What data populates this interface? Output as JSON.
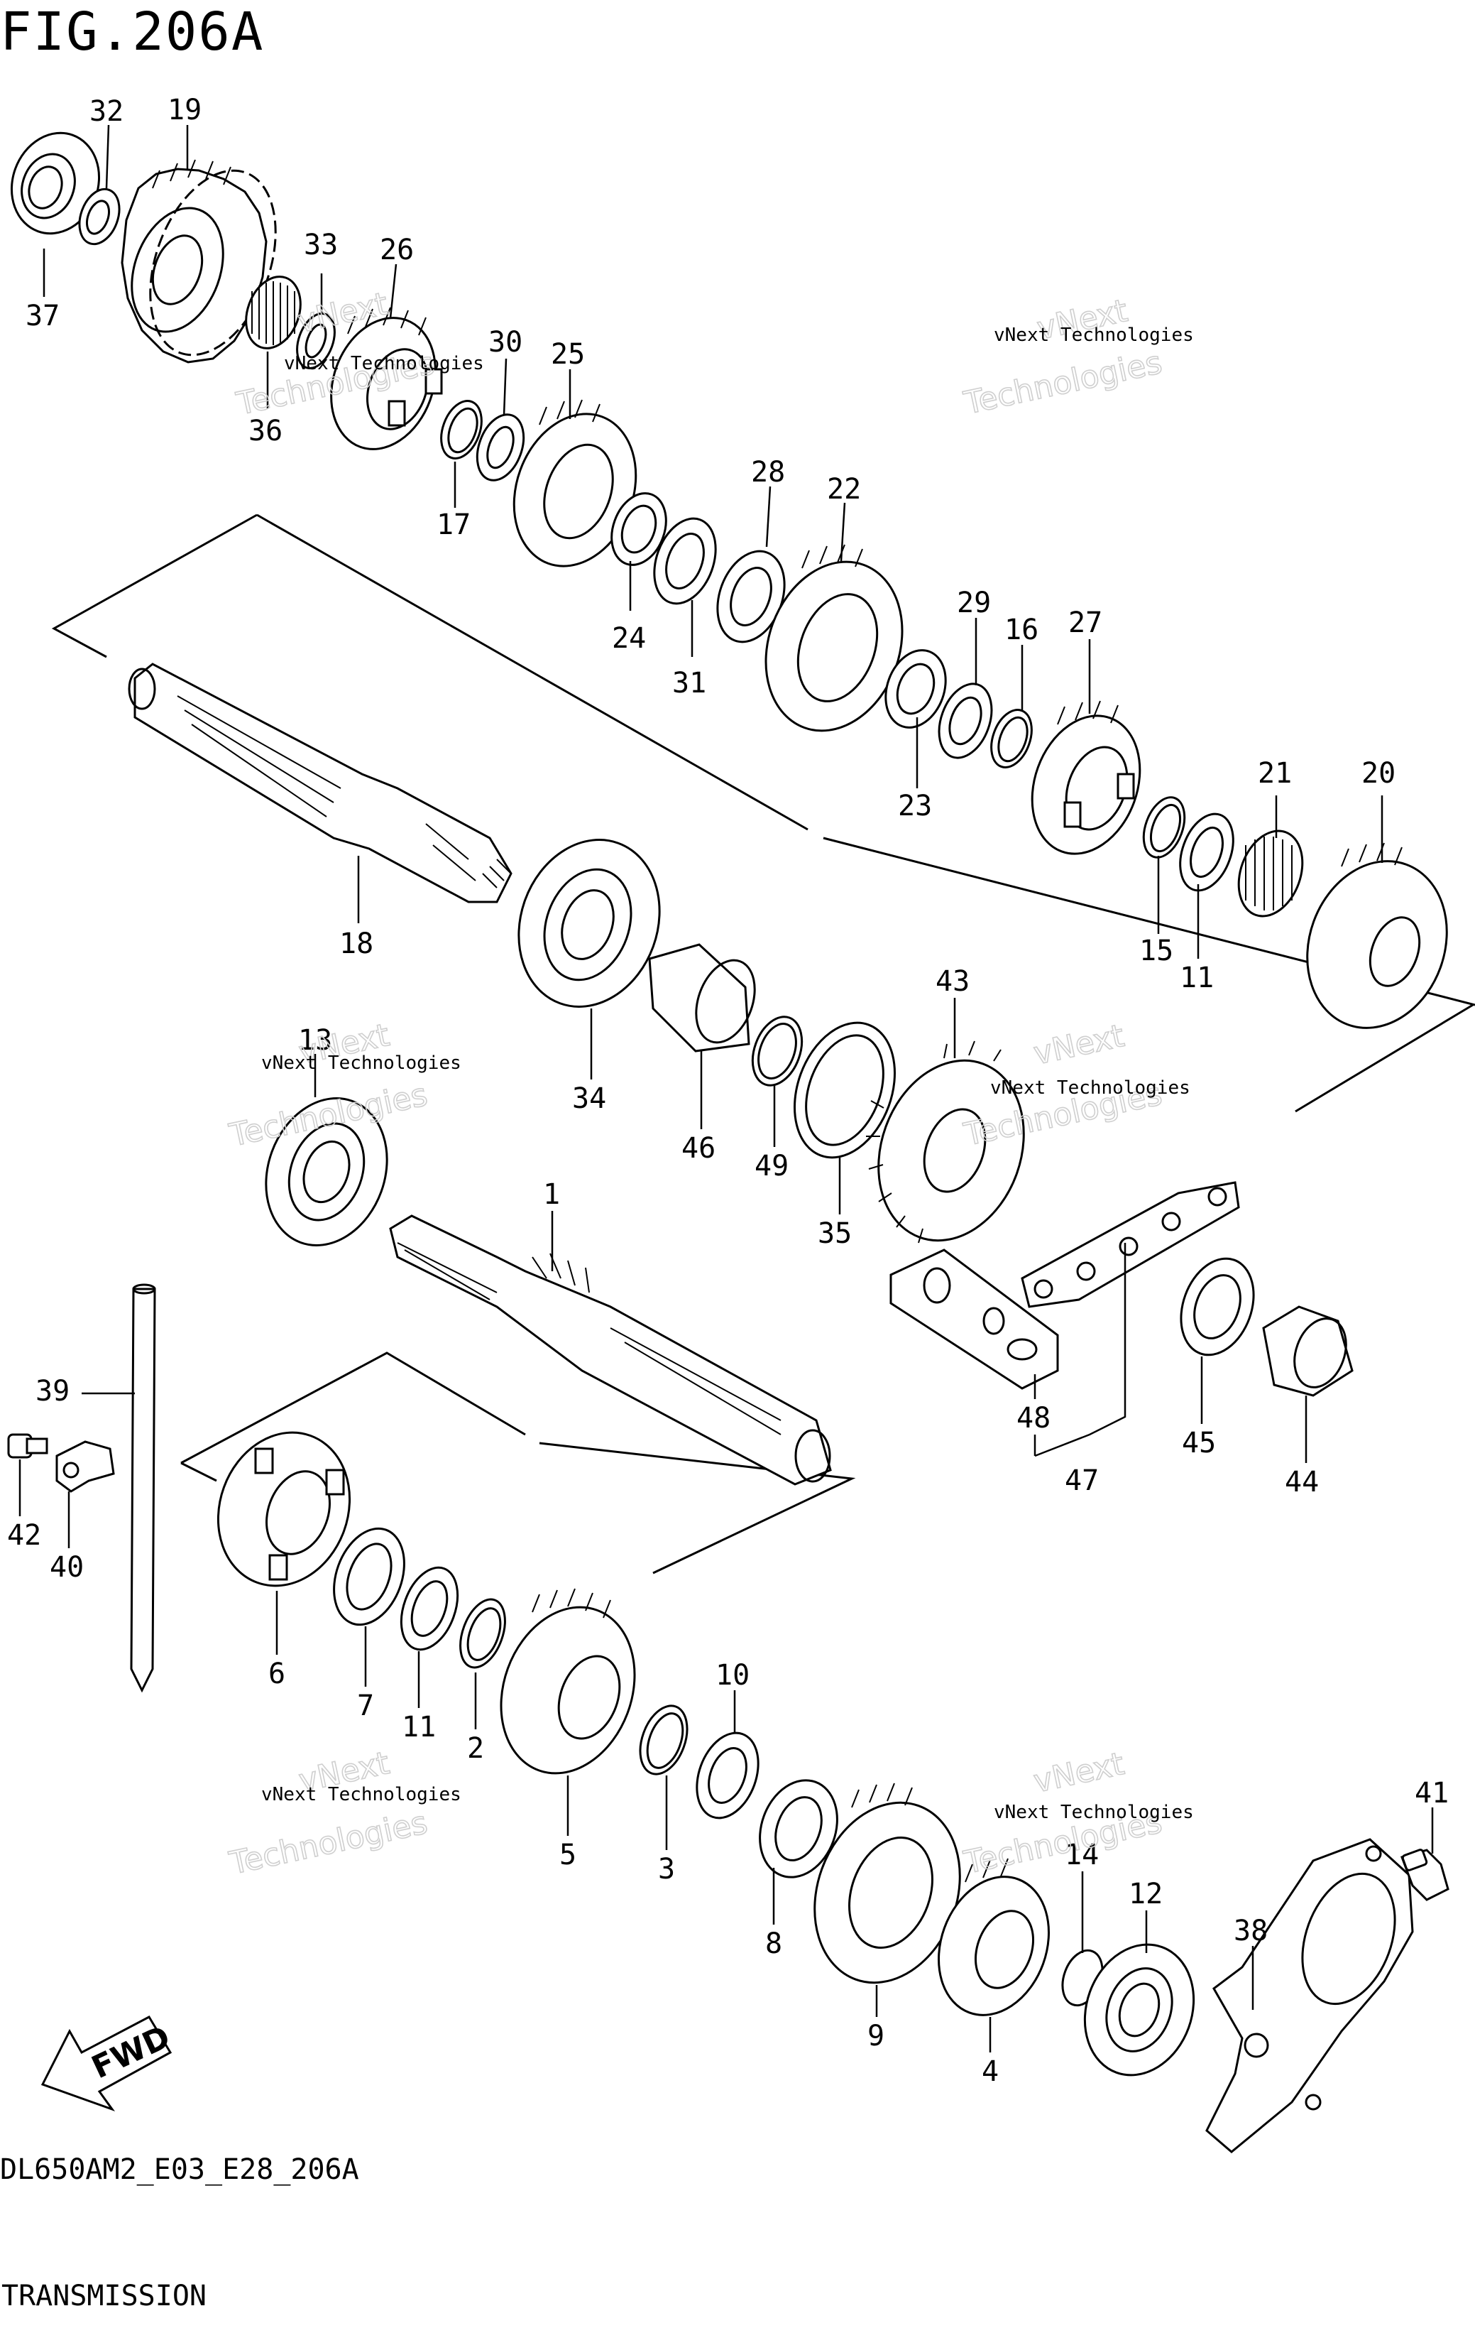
{
  "figure": {
    "title": "FIG.206A",
    "code": "DL650AM2_E03_E28_206A",
    "name": "TRANSMISSION"
  },
  "watermark": {
    "line1": "vNext Technologies",
    "line2a": "vNext",
    "line2b": "Technologies"
  },
  "fwd_label": "FWD",
  "callouts": [
    {
      "id": "c32",
      "label": "32"
    },
    {
      "id": "c19",
      "label": "19"
    },
    {
      "id": "c37",
      "label": "37"
    },
    {
      "id": "c33",
      "label": "33"
    },
    {
      "id": "c26",
      "label": "26"
    },
    {
      "id": "c36",
      "label": "36"
    },
    {
      "id": "c30",
      "label": "30"
    },
    {
      "id": "c25",
      "label": "25"
    },
    {
      "id": "c17",
      "label": "17"
    },
    {
      "id": "c28",
      "label": "28"
    },
    {
      "id": "c22",
      "label": "22"
    },
    {
      "id": "c24",
      "label": "24"
    },
    {
      "id": "c31",
      "label": "31"
    },
    {
      "id": "c29",
      "label": "29"
    },
    {
      "id": "c16",
      "label": "16"
    },
    {
      "id": "c27",
      "label": "27"
    },
    {
      "id": "c23",
      "label": "23"
    },
    {
      "id": "c21",
      "label": "21"
    },
    {
      "id": "c20",
      "label": "20"
    },
    {
      "id": "c15",
      "label": "15"
    },
    {
      "id": "c11a",
      "label": "11"
    },
    {
      "id": "c18",
      "label": "18"
    },
    {
      "id": "c43",
      "label": "43"
    },
    {
      "id": "c13",
      "label": "13"
    },
    {
      "id": "c34",
      "label": "34"
    },
    {
      "id": "c46",
      "label": "46"
    },
    {
      "id": "c49",
      "label": "49"
    },
    {
      "id": "c35",
      "label": "35"
    },
    {
      "id": "c1",
      "label": "1"
    },
    {
      "id": "c39",
      "label": "39"
    },
    {
      "id": "c48",
      "label": "48"
    },
    {
      "id": "c45",
      "label": "45"
    },
    {
      "id": "c44",
      "label": "44"
    },
    {
      "id": "c47",
      "label": "47"
    },
    {
      "id": "c42",
      "label": "42"
    },
    {
      "id": "c40",
      "label": "40"
    },
    {
      "id": "c6",
      "label": "6"
    },
    {
      "id": "c7",
      "label": "7"
    },
    {
      "id": "c11b",
      "label": "11"
    },
    {
      "id": "c2",
      "label": "2"
    },
    {
      "id": "c10",
      "label": "10"
    },
    {
      "id": "c5",
      "label": "5"
    },
    {
      "id": "c3",
      "label": "3"
    },
    {
      "id": "c8",
      "label": "8"
    },
    {
      "id": "c41",
      "label": "41"
    },
    {
      "id": "c14",
      "label": "14"
    },
    {
      "id": "c12",
      "label": "12"
    },
    {
      "id": "c38",
      "label": "38"
    },
    {
      "id": "c9",
      "label": "9"
    },
    {
      "id": "c4",
      "label": "4"
    }
  ]
}
